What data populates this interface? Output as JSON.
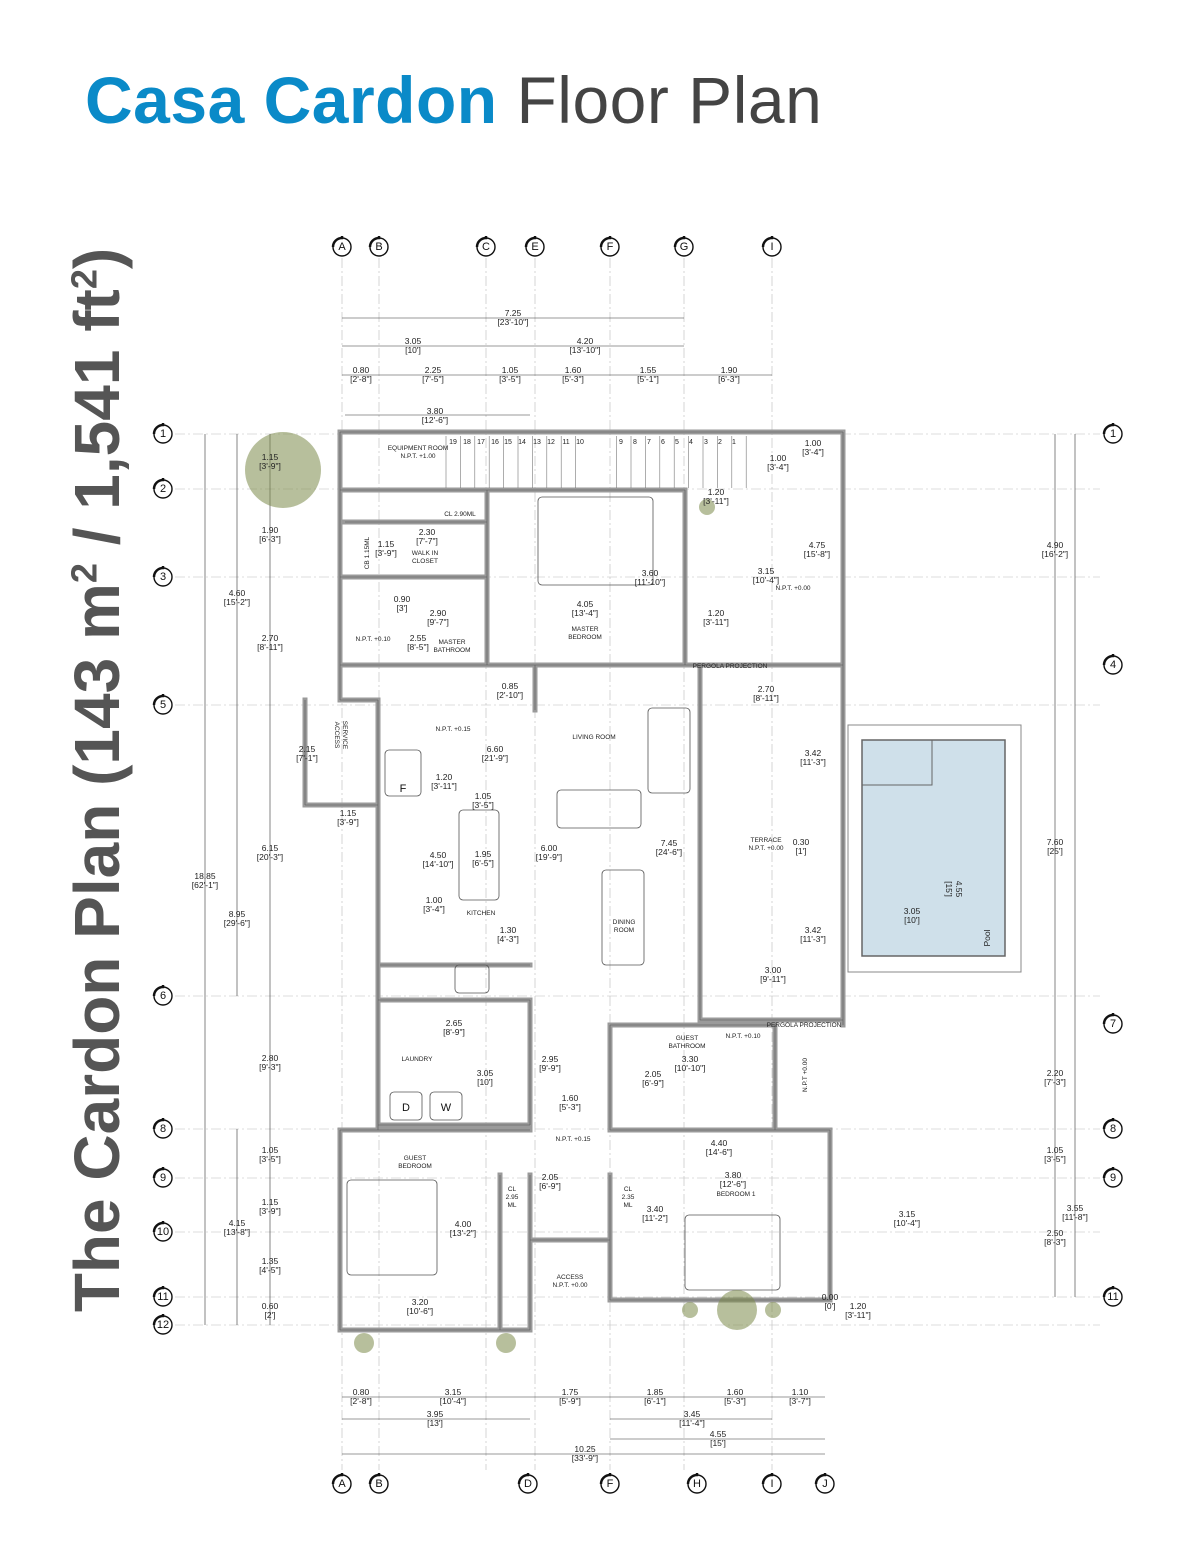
{
  "title": {
    "part1": "Casa Cardon",
    "part2": "Floor Plan"
  },
  "side_title": {
    "text": "The Cardon Plan (143 m",
    "mid": " / 1,541  ft",
    "end": ")",
    "sup": "2"
  },
  "grid_axes": {
    "top": [
      "A",
      "B",
      "C",
      "E",
      "F",
      "G",
      "I"
    ],
    "bottom": [
      "A",
      "B",
      "D",
      "F",
      "H",
      "I",
      "J"
    ],
    "left": [
      "1",
      "2",
      "3",
      "5",
      "6",
      "8",
      "9",
      "10",
      "11",
      "12"
    ],
    "right": [
      "1",
      "4",
      "7",
      "8",
      "9",
      "11"
    ]
  },
  "stair_steps": [
    "19",
    "18",
    "17",
    "16",
    "15",
    "14",
    "13",
    "12",
    "11",
    "10",
    "9",
    "8",
    "7",
    "6",
    "5",
    "4",
    "3",
    "2",
    "1"
  ],
  "dimensions": [
    [
      "7.25",
      "[23'-10\"]"
    ],
    [
      "3.05",
      "[10']"
    ],
    [
      "4.20",
      "[13'-10\"]"
    ],
    [
      "0.80",
      "[2'-8\"]"
    ],
    [
      "2.25",
      "[7'-5\"]"
    ],
    [
      "1.05",
      "[3'-5\"]"
    ],
    [
      "1.60",
      "[5'-3\"]"
    ],
    [
      "1.55",
      "[5'-1\"]"
    ],
    [
      "1.90",
      "[6'-3\"]"
    ],
    [
      "3.80",
      "[12'-6\"]"
    ],
    [
      "1.15",
      "[3'-9\"]"
    ],
    [
      "1.90",
      "[6'-3\"]"
    ],
    [
      "4.60",
      "[15'-2\"]"
    ],
    [
      "2.70",
      "[8'-11\"]"
    ],
    [
      "2.15",
      "[7'-1\"]"
    ],
    [
      "1.15",
      "[3'-9\"]"
    ],
    [
      "6.15",
      "[20'-3\"]"
    ],
    [
      "18.85",
      "[62'-1\"]"
    ],
    [
      "8.95",
      "[29'-6\"]"
    ],
    [
      "2.80",
      "[9'-3\"]"
    ],
    [
      "1.05",
      "[3'-5\"]"
    ],
    [
      "1.15",
      "[3'-9\"]"
    ],
    [
      "4.15",
      "[13'-8\"]"
    ],
    [
      "1.35",
      "[4'-5\"]"
    ],
    [
      "0.60",
      "[2']"
    ],
    [
      "1.00",
      "[3'-4\"]"
    ],
    [
      "1.00",
      "[3'-4\"]"
    ],
    [
      "4.90",
      "[16'-2\"]"
    ],
    [
      "4.75",
      "[15'-8\"]"
    ],
    [
      "3.15",
      "[10'-4\"]"
    ],
    [
      "1.20",
      "[3'-11\"]"
    ],
    [
      "1.20",
      "[3'-11\"]"
    ],
    [
      "7.60",
      "[25']"
    ],
    [
      "2.20",
      "[7'-3\"]"
    ],
    [
      "1.05",
      "[3'-5\"]"
    ],
    [
      "3.55",
      "[11'-8\"]"
    ],
    [
      "2.50",
      "[8'-3\"]"
    ],
    [
      "3.15",
      "[10'-4\"]"
    ],
    [
      "1.20",
      "[3'-11\"]"
    ],
    [
      "0.00",
      "[0']"
    ],
    [
      "3.60",
      "[11'-10\"]"
    ],
    [
      "4.05",
      "[13'-4\"]"
    ],
    [
      "2.30",
      "[7'-7\"]"
    ],
    [
      "1.15",
      "[3'-9\"]"
    ],
    [
      "0.90",
      "[3']"
    ],
    [
      "2.90",
      "[9'-7\"]"
    ],
    [
      "2.55",
      "[8'-5\"]"
    ],
    [
      "0.85",
      "[2'-10\"]"
    ],
    [
      "2.70",
      "[8'-11\"]"
    ],
    [
      "6.60",
      "[21'-9\"]"
    ],
    [
      "3.42",
      "[11'-3\"]"
    ],
    [
      "1.20",
      "[3'-11\"]"
    ],
    [
      "1.05",
      "[3'-5\"]"
    ],
    [
      "4.50",
      "[14'-10\"]"
    ],
    [
      "1.95",
      "[6'-5\"]"
    ],
    [
      "6.00",
      "[19'-9\"]"
    ],
    [
      "7.45",
      "[24'-6\"]"
    ],
    [
      "0.30",
      "[1']"
    ],
    [
      "1.00",
      "[3'-4\"]"
    ],
    [
      "1.30",
      "[4'-3\"]"
    ],
    [
      "3.42",
      "[11'-3\"]"
    ],
    [
      "3.00",
      "[9'-11\"]"
    ],
    [
      "2.65",
      "[8'-9\"]"
    ],
    [
      "3.05",
      "[10']"
    ],
    [
      "2.95",
      "[9'-9\"]"
    ],
    [
      "1.60",
      "[5'-3\"]"
    ],
    [
      "3.30",
      "[10'-10\"]"
    ],
    [
      "2.05",
      "[6'-9\"]"
    ],
    [
      "4.40",
      "[14'-6\"]"
    ],
    [
      "3.80",
      "[12'-6\"]"
    ],
    [
      "2.05",
      "[6'-9\"]"
    ],
    [
      "4.00",
      "[13'-2\"]"
    ],
    [
      "3.40",
      "[11'-2\"]"
    ],
    [
      "3.20",
      "[10'-6\"]"
    ],
    [
      "3.05",
      "[10']"
    ],
    [
      "0.80",
      "[2'-8\"]"
    ],
    [
      "3.15",
      "[10'-4\"]"
    ],
    [
      "1.75",
      "[5'-9\"]"
    ],
    [
      "1.85",
      "[6'-1\"]"
    ],
    [
      "1.60",
      "[5'-3\"]"
    ],
    [
      "1.10",
      "[3'-7\"]"
    ],
    [
      "3.95",
      "[13']"
    ],
    [
      "3.45",
      "[11'-4\"]"
    ],
    [
      "4.55",
      "[15']"
    ],
    [
      "10.25",
      "[33'-9\"]"
    ]
  ],
  "pool_length": [
    "4.55",
    "[15']"
  ],
  "labels": [
    [
      "EQUIPMENT ROOM",
      "N.P.T. +1.00"
    ],
    [
      "WALK IN",
      "CLOSET"
    ],
    [
      "CL 2.90ML"
    ],
    [
      "MASTER",
      "BEDROOM"
    ],
    [
      "MASTER",
      "BATHROOM"
    ],
    [
      "N.P.T. +0.10"
    ],
    [
      "N.P.T. +0.00"
    ],
    [
      "PERGOLA PROJECTION"
    ],
    [
      "N.P.T. +0.15"
    ],
    [
      "LIVING ROOM"
    ],
    [
      "KITCHEN"
    ],
    [
      "DINING",
      "ROOM"
    ],
    [
      "TERRACE",
      "N.P.T. +0.00"
    ],
    [
      "LAUNDRY"
    ],
    [
      "GUEST",
      "BATHROOM"
    ],
    [
      "N.P.T. +0.10"
    ],
    [
      "PERGOLA PROJECTION"
    ],
    [
      "N.P.T. +0.15"
    ],
    [
      "GUEST",
      "BEDROOM"
    ],
    [
      "BEDROOM 1"
    ],
    [
      "CL",
      "2.95",
      "ML"
    ],
    [
      "CL",
      "2.35",
      "ML"
    ],
    [
      "ACCESS",
      "N.P.T. +0.00"
    ]
  ],
  "rotated_labels": {
    "service": [
      "SERVICE",
      "ACCESS"
    ],
    "cb": "CB 1.15ML",
    "npt": "N.P.T +0.00",
    "pool": "Pool"
  },
  "appliances": {
    "fridge": "F",
    "dryer": "D",
    "washer": "W"
  },
  "colors": {
    "brand_blue": "#0a8ac8",
    "title_gray": "#444444",
    "wall": "#9a9a9a",
    "pool": "#cfe0ea"
  }
}
